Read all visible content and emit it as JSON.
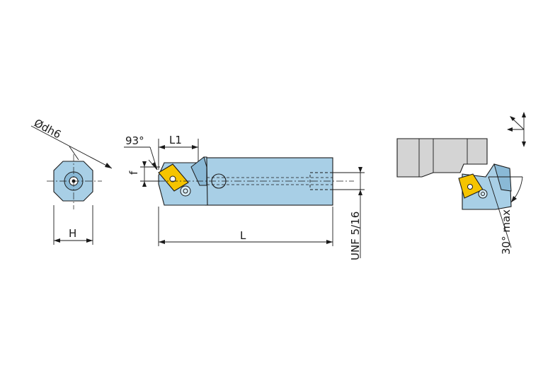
{
  "labels": {
    "diameter": "Ødh6",
    "height": "H",
    "angle": "93°",
    "projection": "L1",
    "offset": "f",
    "length": "L",
    "thread": "UNF 5/16",
    "max_angle": "30° max"
  }
}
